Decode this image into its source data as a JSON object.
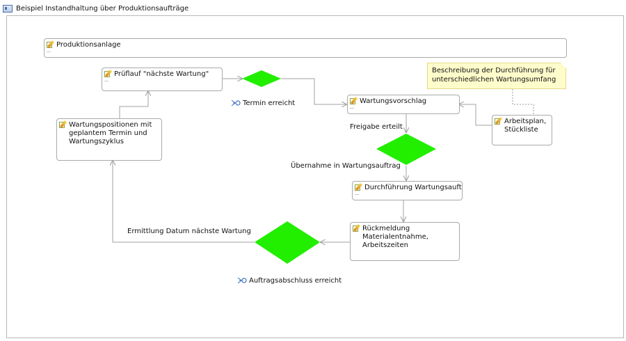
{
  "window": {
    "title": "Beispiel Instandhaltung über Produktionsaufträge"
  },
  "nodes": {
    "produktionsanlage": "Produktionsanlage",
    "prueflauf": "Prüflauf \"nächste Wartung\"",
    "wartungspositionen": "Wartungspositionen  mit geplantem Termin und Wartungszyklus",
    "wartungsvorschlag": "Wartungsvorschlag",
    "arbeitsplan": "Arbeitsplan, Stückliste",
    "durchfuehrung": "Durchführung Wartungsauftrag",
    "rueckmeldung": "Rückmeldung Materialentnahme, Arbeitszeiten"
  },
  "note": {
    "text": "Beschreibung der Durchführung für unterschiedlichen Wartungsumfang"
  },
  "events": {
    "termin": "Termin erreicht",
    "auftragsabschluss": "Auftragsabschluss erreicht"
  },
  "labels": {
    "freigabe": "Freigabe erteilt",
    "uebernahme": "Übernahme in Wartungsauftrag",
    "ermittlung": "Ermittlung Datum nächste Wartung"
  },
  "colors": {
    "gateway": "#22ee00",
    "connector": "#a0a0a0",
    "note_bg": "#fffccb"
  },
  "icons": {
    "activity": "edit-icon",
    "event": "event-icon",
    "window": "diagram-icon"
  }
}
